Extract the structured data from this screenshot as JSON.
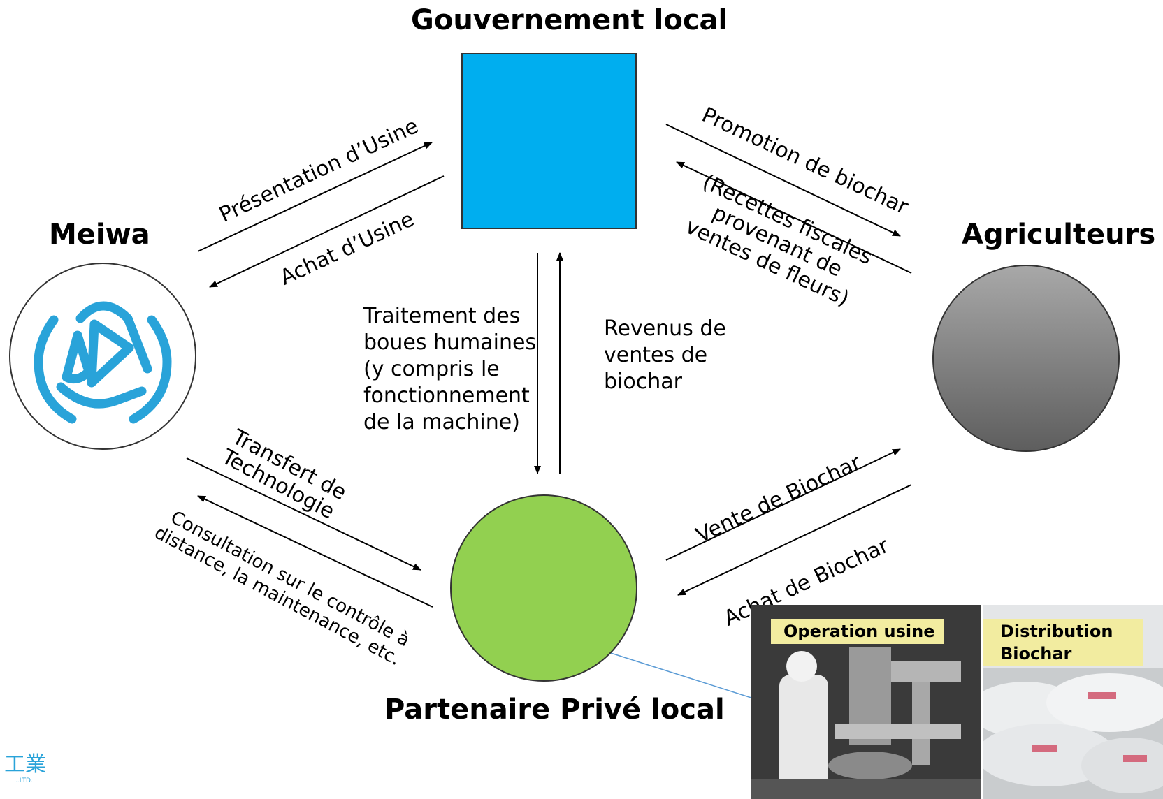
{
  "nodes": {
    "government": {
      "title": "Gouvernement local",
      "color": "#00aeef"
    },
    "meiwa": {
      "title": "Meiwa",
      "logo_color": "#29a3d9"
    },
    "farmers": {
      "title": "Agriculteurs",
      "color_top": "#a8a8a8",
      "color_bottom": "#5e5e5e"
    },
    "partner": {
      "title": "Partenaire Privé local",
      "color": "#92d050"
    }
  },
  "flows": {
    "plant_presentation": "Présentation d’Usine",
    "plant_purchase": "Achat d’Usine",
    "biochar_promotion": "Promotion de biochar",
    "tax_revenue": [
      "(Recettes fiscales",
      "provenant de",
      "ventes de fleurs)"
    ],
    "sludge_treatment": [
      "Traitement des",
      "boues humaines",
      "(y compris le",
      "fonctionnement",
      "de la machine)"
    ],
    "biochar_revenue": [
      "Revenus de",
      "ventes de",
      "biochar"
    ],
    "tech_transfer": [
      "Transfert de",
      "Technologie"
    ],
    "remote_consultation": [
      "Consultation sur le contrôle à",
      "distance, la maintenance, etc."
    ],
    "biochar_sale": "Vente de Biochar",
    "biochar_purchase": "Achat de Biochar"
  },
  "photos": {
    "plant": {
      "label": "Operation usine"
    },
    "biochar": {
      "label": [
        "Distribution",
        "Biochar"
      ]
    }
  },
  "company_mark": {
    "kanji": "工業",
    "sub": "..LTD."
  }
}
